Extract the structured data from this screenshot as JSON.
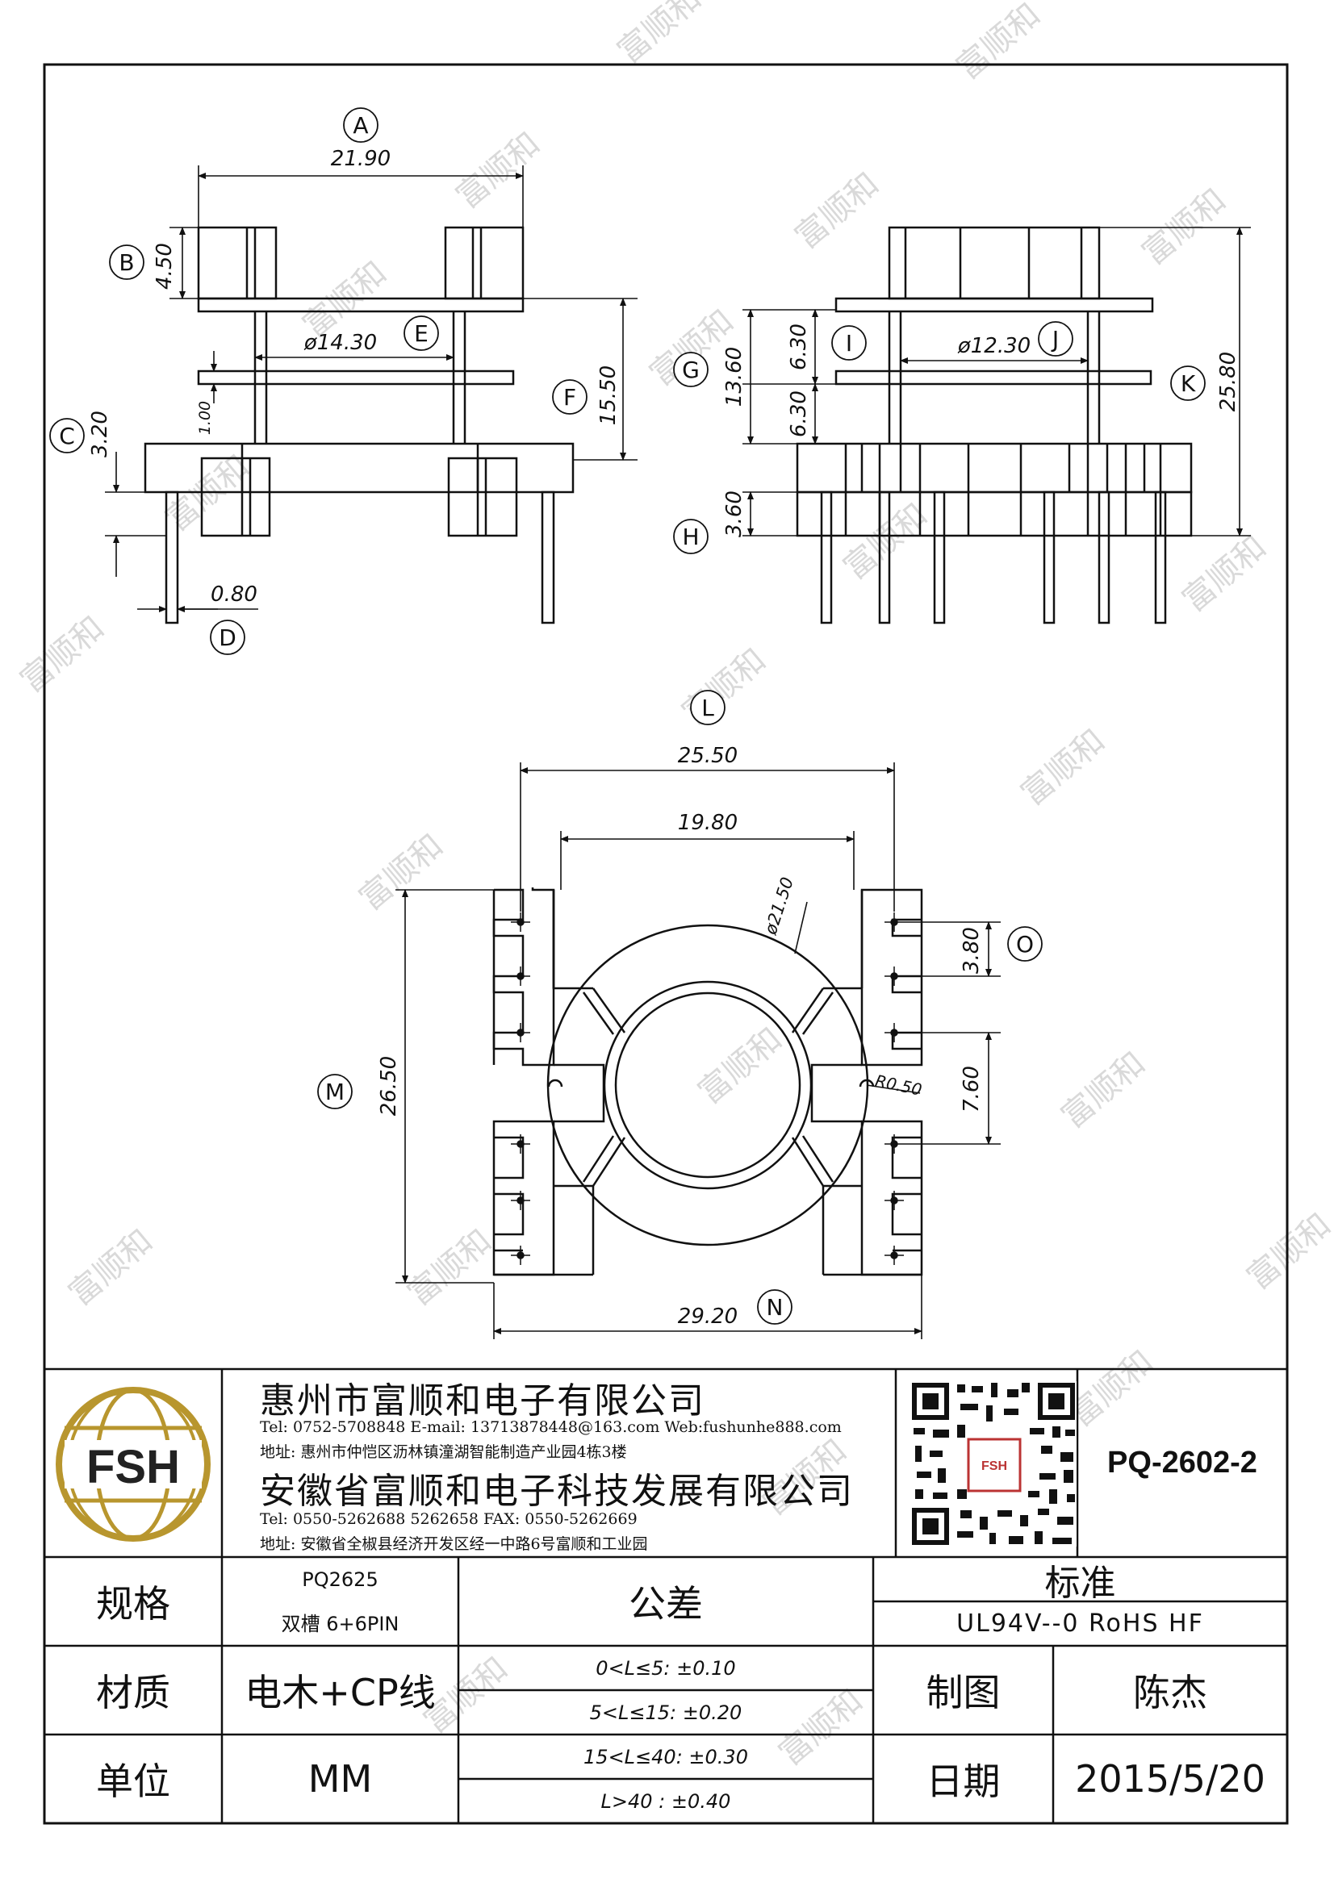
{
  "watermark": "富顺和",
  "dimensions": {
    "A": "21.90",
    "B": "4.50",
    "C": "3.20",
    "D": "0.80",
    "E": "ø14.30",
    "F": "15.50",
    "thickness": "1.00",
    "G": "13.60",
    "H": "3.60",
    "I": "6.30",
    "I2": "6.30",
    "J": "ø12.30",
    "K": "25.80",
    "L": "25.50",
    "L2": "19.80",
    "dia": "ø21.50",
    "O": "3.80",
    "pitch2": "7.60",
    "radius": "R0.50",
    "M": "26.50",
    "N": "29.20"
  },
  "labels": [
    "A",
    "B",
    "C",
    "D",
    "E",
    "F",
    "G",
    "H",
    "I",
    "J",
    "K",
    "L",
    "M",
    "N",
    "O"
  ],
  "logo": {
    "text": "FSH",
    "color": "#b8962e"
  },
  "company1": {
    "name": "惠州市富顺和电子有限公司",
    "contact": "Tel: 0752-5708848  E-mail: 13713878448@163.com  Web:fushunhe888.com",
    "address": "地址: 惠州市仲恺区沥林镇潼湖智能制造产业园4栋3楼"
  },
  "company2": {
    "name": "安徽省富顺和电子科技发展有限公司",
    "contact": "Tel:  0550-5262688  5262658      FAX: 0550-5262669",
    "address": "地址: 安徽省全椒县经济开发区经一中路6号富顺和工业园"
  },
  "qr_badge": "FSH",
  "part_number": "PQ-2602-2",
  "table": {
    "spec_label": "规格",
    "spec_value1": "PQ2625",
    "spec_value2": "双槽  6+6PIN",
    "tolerance_label": "公差",
    "standard_label": "标准",
    "standard_value": "UL94V--0   RoHS  HF",
    "material_label": "材质",
    "material_value": "电木+CP线",
    "tol1": "0<L≤5:  ±0.10",
    "tol2": "5<L≤15:  ±0.20",
    "tol3": "15<L≤40:  ±0.30",
    "tol4": "L>40 :    ±0.40",
    "drawn_label": "制图",
    "drawn_value": "陈杰",
    "unit_label": "单位",
    "unit_value": "MM",
    "date_label": "日期",
    "date_value": "2015/5/20"
  }
}
